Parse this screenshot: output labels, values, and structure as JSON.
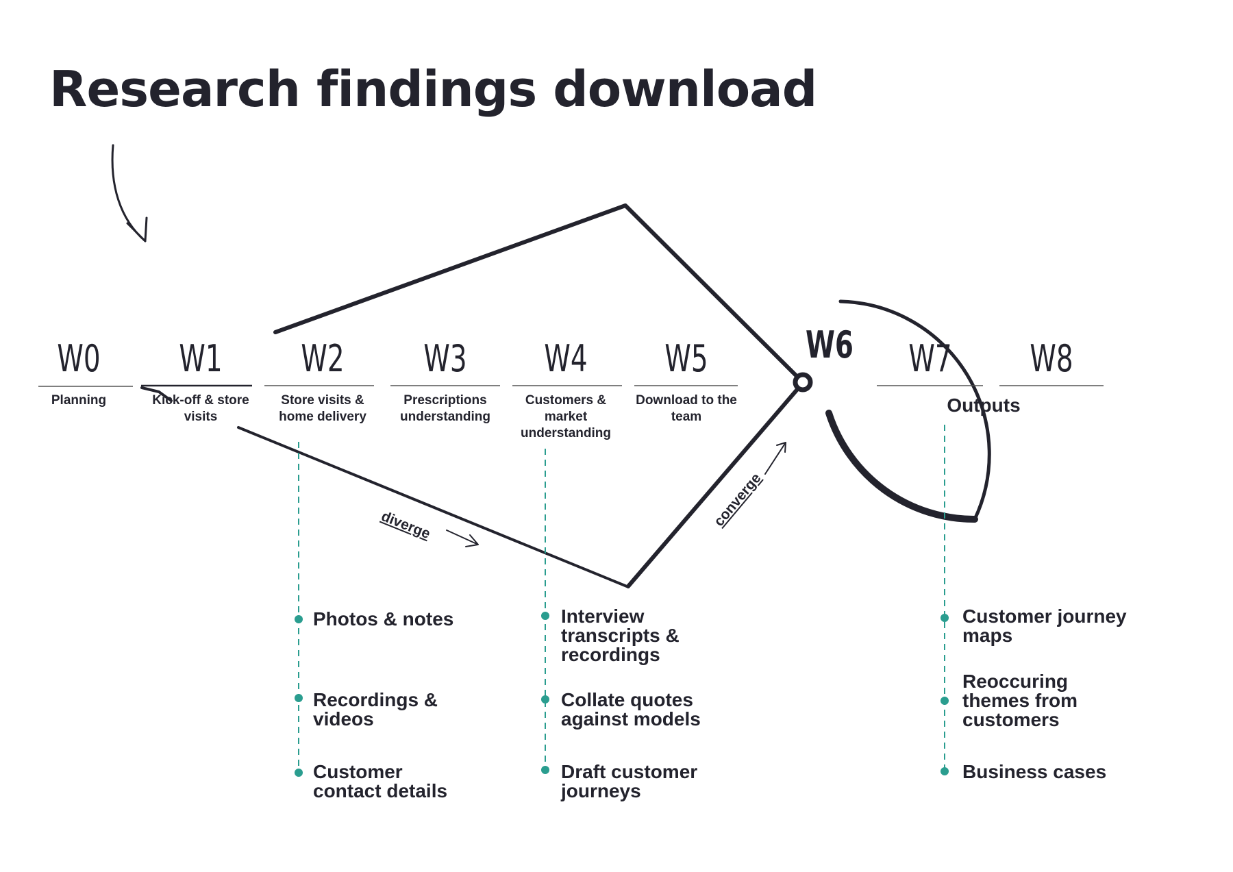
{
  "title": "Research findings download",
  "weeks": [
    {
      "code": "W0",
      "label": "Planning"
    },
    {
      "code": "W1",
      "label": "Kick-off & store visits"
    },
    {
      "code": "W2",
      "label": "Store visits & home delivery"
    },
    {
      "code": "W3",
      "label": "Prescriptions understanding"
    },
    {
      "code": "W4",
      "label": "Customers & market understanding"
    },
    {
      "code": "W5",
      "label": "Download to the team"
    },
    {
      "code": "W6",
      "label": ""
    },
    {
      "code": "W7",
      "label": ""
    },
    {
      "code": "W8",
      "label": ""
    }
  ],
  "outputs_label": "Outputs",
  "annotations": {
    "diverge": "diverge",
    "converge": "converge"
  },
  "deliverables": {
    "w2": [
      "Photos & notes",
      "Recordings & videos",
      "Customer contact details"
    ],
    "w4": [
      "Interview transcripts & recordings",
      "Collate quotes against models",
      "Draft customer journeys"
    ],
    "outputs": [
      "Customer journey maps",
      "Reoccuring themes from customers",
      "Business cases"
    ]
  },
  "colors": {
    "ink": "#23232d",
    "accent": "#2a9d8f",
    "rule": "#555555"
  }
}
